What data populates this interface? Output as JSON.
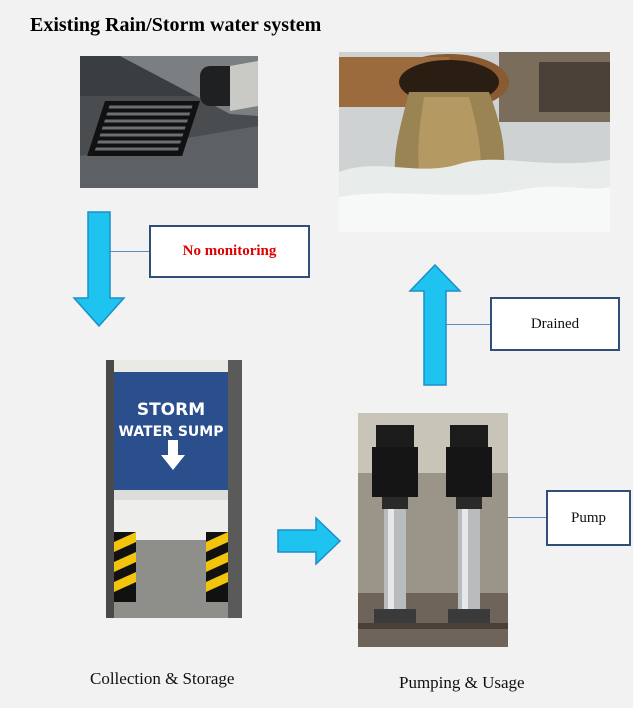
{
  "title": "Existing Rain/Storm water system",
  "callouts": {
    "monitoring": "No monitoring",
    "drained": "Drained",
    "pump": "Pump"
  },
  "sump_sign": {
    "line1": "STORM",
    "line2": "WATER SUMP"
  },
  "captions": {
    "collection": "Collection & Storage",
    "pumping": "Pumping & Usage"
  },
  "colors": {
    "arrow_fill": "#1ec3f0",
    "arrow_stroke": "#1a8fc9",
    "callout_border": "#2f4f76",
    "alert_text": "#e00000",
    "background": "#f2f2f2"
  },
  "icons": {
    "flow_down": "arrow-down-icon",
    "flow_right": "arrow-right-icon",
    "flow_up": "arrow-up-icon"
  }
}
